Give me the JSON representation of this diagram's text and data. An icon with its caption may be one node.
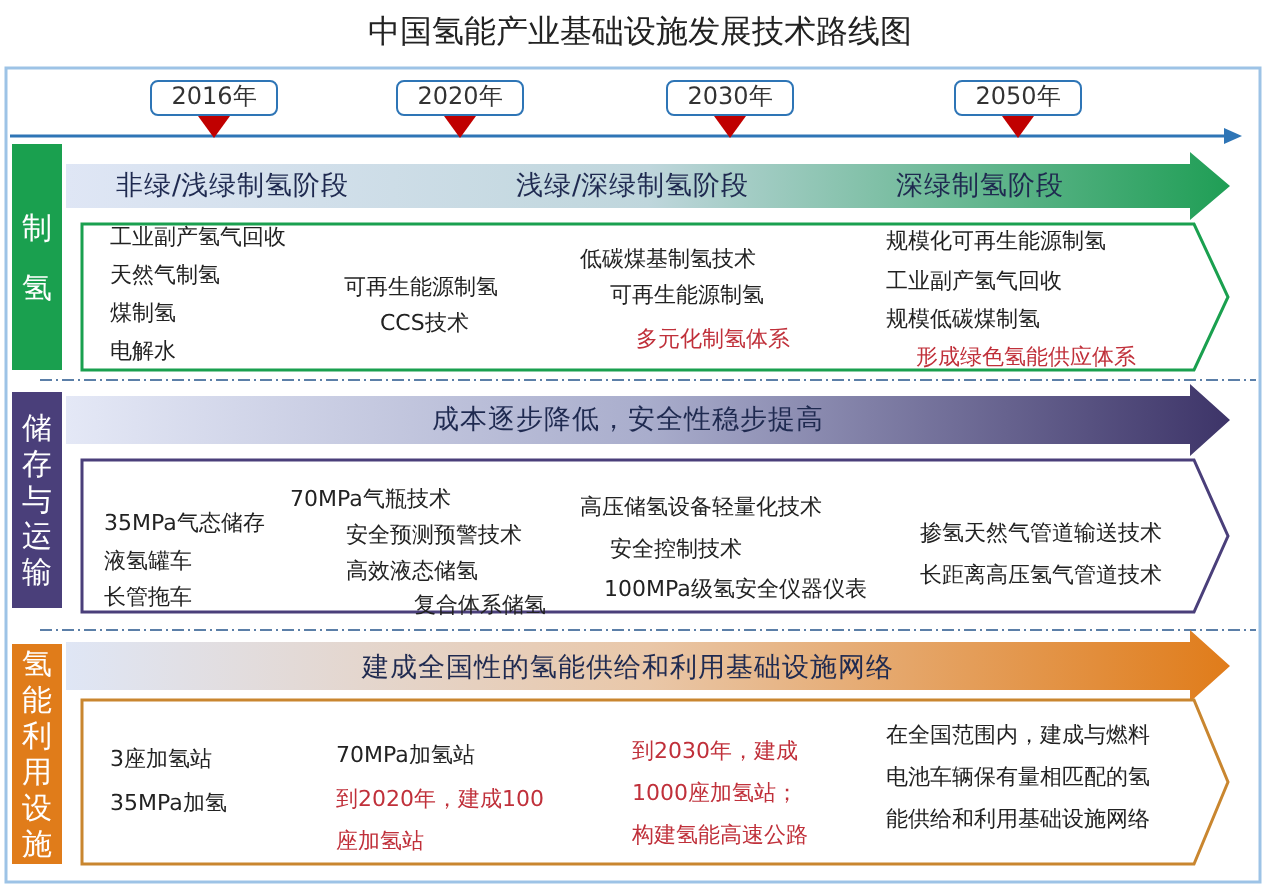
{
  "diagram": {
    "title": "中国氢能产业基础设施发展技术路线图",
    "nodes": [
      {
        "text": [
          "2016年"
        ]
      },
      {
        "text": [
          "2020年"
        ]
      },
      {
        "text": [
          "2030年"
        ]
      },
      {
        "text": [
          "2050年"
        ]
      },
      {
        "text": [
          "制氢"
        ]
      },
      {
        "text": [
          "非绿/浅绿制氢阶段",
          "浅绿/深绿制氢阶段",
          "深绿制氢阶段"
        ]
      },
      {
        "text": [
          "工业副产氢气回收",
          "天然气制氢",
          "煤制氢",
          "电解水",
          "可再生能源制氢",
          "CCS技术",
          "低碳煤基制氢技术",
          "可再生能源制氢",
          "多元化制氢体系",
          "规模化可再生能源制氢",
          "工业副产氢气回收",
          "规模低碳煤制氢",
          "形成绿色氢能供应体系"
        ]
      },
      {
        "text": [
          "储存与运输"
        ]
      },
      {
        "text": [
          "成本逐步降低，安全性稳步提高"
        ]
      },
      {
        "text": [
          "35MPa气态储存",
          "液氢罐车",
          "长管拖车",
          "70MPa气瓶技术",
          "安全预测预警技术",
          "高效液态储氢",
          "复合体系储氢",
          "高压储氢设备轻量化技术",
          "安全控制技术",
          "100MPa级氢安全仪器仪表",
          "掺氢天然气管道输送技术",
          "长距离高压氢气管道技术"
        ]
      },
      {
        "text": [
          "氢能利用设施"
        ]
      },
      {
        "text": [
          "建成全国性的氢能供给和利用基础设施网络"
        ]
      },
      {
        "text": [
          "3座加氢站",
          "35MPa加氢",
          "70MPa加氢站",
          "到2020年，建成100座加氢站",
          "到2030年，建成1000座加氢站；构建氢能高速公路",
          "在全国范围内，建成与燃料电池车辆保有量相匹配的氢能供给和利用基础设施网络"
        ]
      }
    ]
  }
}
